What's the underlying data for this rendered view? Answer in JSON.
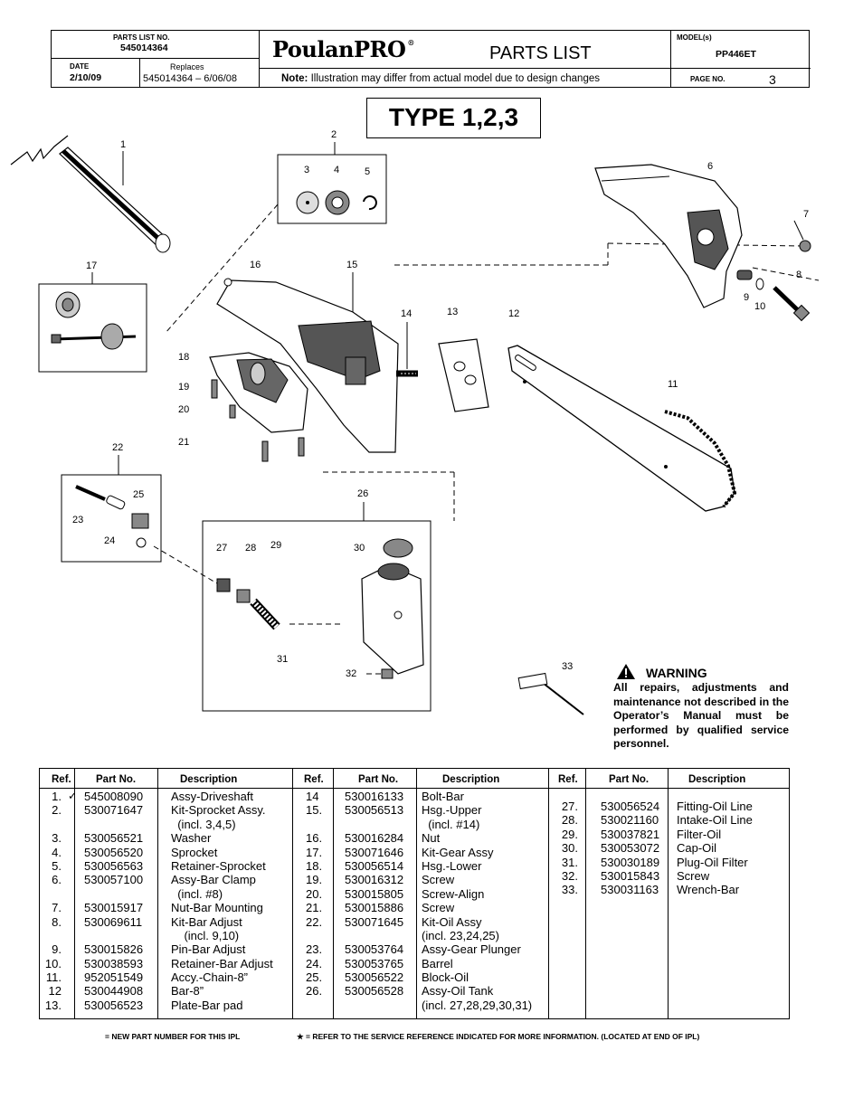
{
  "header": {
    "parts_list_no_label": "PARTS LIST NO.",
    "parts_list_no": "545014364",
    "date_label": "DATE",
    "date": "2/10/09",
    "replaces_label": "Replaces",
    "replaces": "545014364 – 6/06/08",
    "brand": "PoulanPRO",
    "title": "PARTS LIST",
    "note_label": "Note:",
    "note": "Illustration may differ from actual model due to design changes",
    "model_label": "MODEL(s)",
    "model": "PP446ET",
    "page_label": "PAGE  NO.",
    "page": "3"
  },
  "type_label": "TYPE 1,2,3",
  "callouts": [
    "1",
    "2",
    "3",
    "4",
    "5",
    "6",
    "7",
    "8",
    "9",
    "10",
    "11",
    "12",
    "13",
    "14",
    "15",
    "16",
    "17",
    "18",
    "19",
    "20",
    "21",
    "22",
    "23",
    "24",
    "25",
    "26",
    "27",
    "28",
    "29",
    "30",
    "31",
    "32",
    "33"
  ],
  "warning": {
    "title": "WARNING",
    "text": "All repairs, adjustments and maintenance not described in the Operator’s Manual must be performed by qualified service personnel."
  },
  "table": {
    "headers": {
      "ref": "Ref.",
      "part": "Part No.",
      "desc": "Description"
    },
    "col1": [
      {
        "ref": "1.",
        "part": "545008090",
        "desc": "Assy-Driveshaft",
        "new": true
      },
      {
        "ref": "2.",
        "part": "530071647",
        "desc": "Kit-Sprocket Assy."
      },
      {
        "ref": "",
        "part": "",
        "desc": "  (incl. 3,4,5)"
      },
      {
        "ref": "3.",
        "part": "530056521",
        "desc": "Washer"
      },
      {
        "ref": "4.",
        "part": "530056520",
        "desc": "Sprocket"
      },
      {
        "ref": "5.",
        "part": "530056563",
        "desc": "Retainer-Sprocket"
      },
      {
        "ref": "6.",
        "part": "530057100",
        "desc": "Assy-Bar Clamp"
      },
      {
        "ref": "",
        "part": "",
        "desc": "  (incl. #8)"
      },
      {
        "ref": "7.",
        "part": "530015917",
        "desc": "Nut-Bar Mounting"
      },
      {
        "ref": "8.",
        "part": "530069611",
        "desc": "Kit-Bar Adjust"
      },
      {
        "ref": "",
        "part": "",
        "desc": "    (incl. 9,10)"
      },
      {
        "ref": "9.",
        "part": "530015826",
        "desc": "Pin-Bar Adjust"
      },
      {
        "ref": "10.",
        "part": "530038593",
        "desc": "Retainer-Bar Adjust"
      },
      {
        "ref": "11.",
        "part": "952051549",
        "desc": "Accy.-Chain-8”"
      },
      {
        "ref": "12",
        "part": "530044908",
        "desc": "Bar-8”"
      },
      {
        "ref": "13.",
        "part": "530056523",
        "desc": "Plate-Bar pad"
      }
    ],
    "col2": [
      {
        "ref": "14",
        "part": "530016133",
        "desc": "Bolt-Bar"
      },
      {
        "ref": "15.",
        "part": "530056513",
        "desc": "Hsg.-Upper"
      },
      {
        "ref": "",
        "part": "",
        "desc": "  (incl. #14)"
      },
      {
        "ref": "16.",
        "part": "530016284",
        "desc": "Nut"
      },
      {
        "ref": "17.",
        "part": "530071646",
        "desc": "Kit-Gear Assy"
      },
      {
        "ref": "18.",
        "part": "530056514",
        "desc": "Hsg.-Lower"
      },
      {
        "ref": "19.",
        "part": "530016312",
        "desc": "Screw"
      },
      {
        "ref": "20.",
        "part": "530015805",
        "desc": "Screw-Align"
      },
      {
        "ref": "21.",
        "part": "530015886",
        "desc": "Screw"
      },
      {
        "ref": "22.",
        "part": "530071645",
        "desc": "Kit-Oil Assy"
      },
      {
        "ref": "",
        "part": "",
        "desc": "(incl. 23,24,25)"
      },
      {
        "ref": "23.",
        "part": "530053764",
        "desc": "Assy-Gear Plunger"
      },
      {
        "ref": "24.",
        "part": "530053765",
        "desc": "Barrel"
      },
      {
        "ref": "25.",
        "part": "530056522",
        "desc": "Block-Oil"
      },
      {
        "ref": "26.",
        "part": "530056528",
        "desc": "Assy-Oil Tank"
      },
      {
        "ref": "",
        "part": "",
        "desc": "(incl. 27,28,29,30,31)"
      }
    ],
    "col3": [
      {
        "ref": "27.",
        "part": "530056524",
        "desc": "Fitting-Oil Line"
      },
      {
        "ref": "28.",
        "part": "530021160",
        "desc": "Intake-Oil Line"
      },
      {
        "ref": "29.",
        "part": "530037821",
        "desc": "Filter-Oil"
      },
      {
        "ref": "30.",
        "part": "530053072",
        "desc": "Cap-Oil"
      },
      {
        "ref": "31.",
        "part": "530030189",
        "desc": "Plug-Oil Filter"
      },
      {
        "ref": "32.",
        "part": "530015843",
        "desc": "Screw"
      },
      {
        "ref": "33.",
        "part": "530031163",
        "desc": "Wrench-Bar"
      }
    ]
  },
  "footer": {
    "new_note": "= NEW PART NUMBER FOR THIS  IPL",
    "star_note": "= REFER TO THE SERVICE REFERENCE  INDICATED FOR MORE INFORMATION. (LOCATED AT END OF IPL)"
  }
}
